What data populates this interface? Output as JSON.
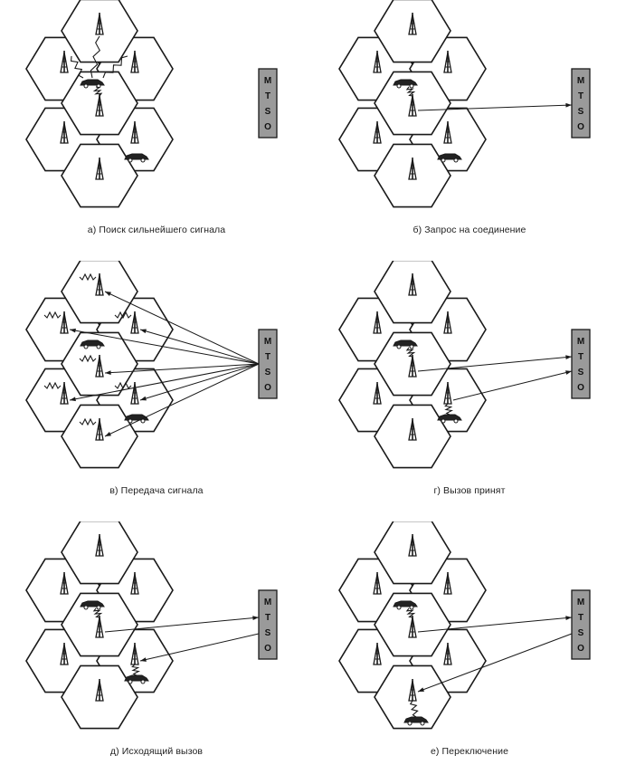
{
  "mtso": {
    "letters": [
      "M",
      "T",
      "S",
      "O"
    ]
  },
  "panels": [
    {
      "id": "a",
      "caption": "а) Поиск сильнейшего сигнала",
      "variant": "search"
    },
    {
      "id": "b",
      "caption": "б) Запрос на соединение",
      "variant": "request"
    },
    {
      "id": "c",
      "caption": "в) Передача сигнала",
      "variant": "broadcast"
    },
    {
      "id": "d",
      "caption": "г) Вызов принят",
      "variant": "accepted"
    },
    {
      "id": "e",
      "caption": "д) Исходящий вызов",
      "variant": "outgoing"
    },
    {
      "id": "f",
      "caption": "е) Переключение",
      "variant": "handoff"
    }
  ],
  "colors": {
    "stroke": "#1a1a1a",
    "mtso_fill": "#9a9a9a",
    "background": "#ffffff"
  }
}
